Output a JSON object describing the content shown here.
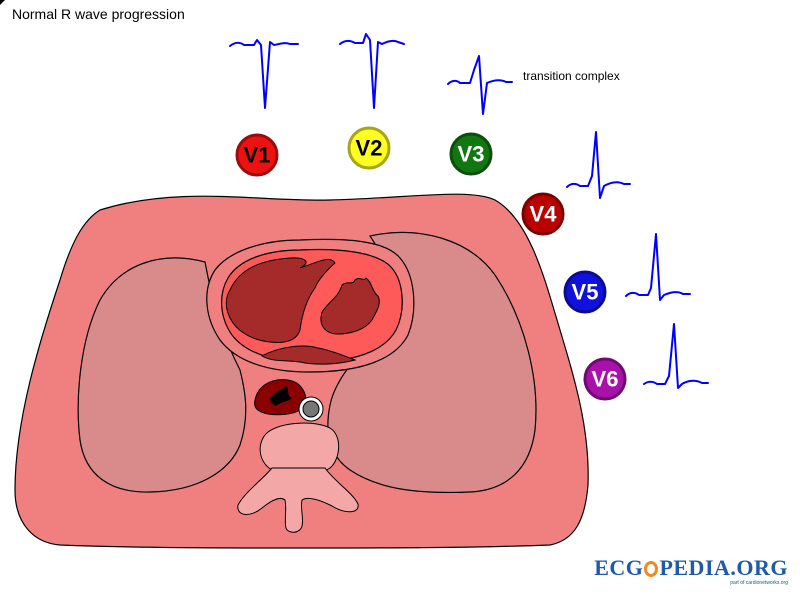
{
  "title": "Normal R wave progression",
  "annotation": "transition complex",
  "leads": [
    {
      "label": "V1",
      "color": "#ee1111",
      "text_color": "#000000"
    },
    {
      "label": "V2",
      "color": "#ffff22",
      "text_color": "#000000"
    },
    {
      "label": "V3",
      "color": "#117711",
      "text_color": "#ffffff"
    },
    {
      "label": "V4",
      "color": "#bb0000",
      "text_color": "#ffffff"
    },
    {
      "label": "V5",
      "color": "#1111dd",
      "text_color": "#ffffff"
    },
    {
      "label": "V6",
      "color": "#aa11aa",
      "text_color": "#ffffff"
    }
  ],
  "ecg_color": "#0000ff",
  "colors": {
    "chest_wall": "#f08080",
    "lungs": "#d98b8b",
    "heart_outer": "#ff6a6a",
    "heart_chambers": "#a52a2a",
    "spine": "#f4a7a7"
  },
  "logo": {
    "left": "ECG",
    "right": "PEDIA.ORG",
    "tagline": "part of cardionetworks.org"
  }
}
